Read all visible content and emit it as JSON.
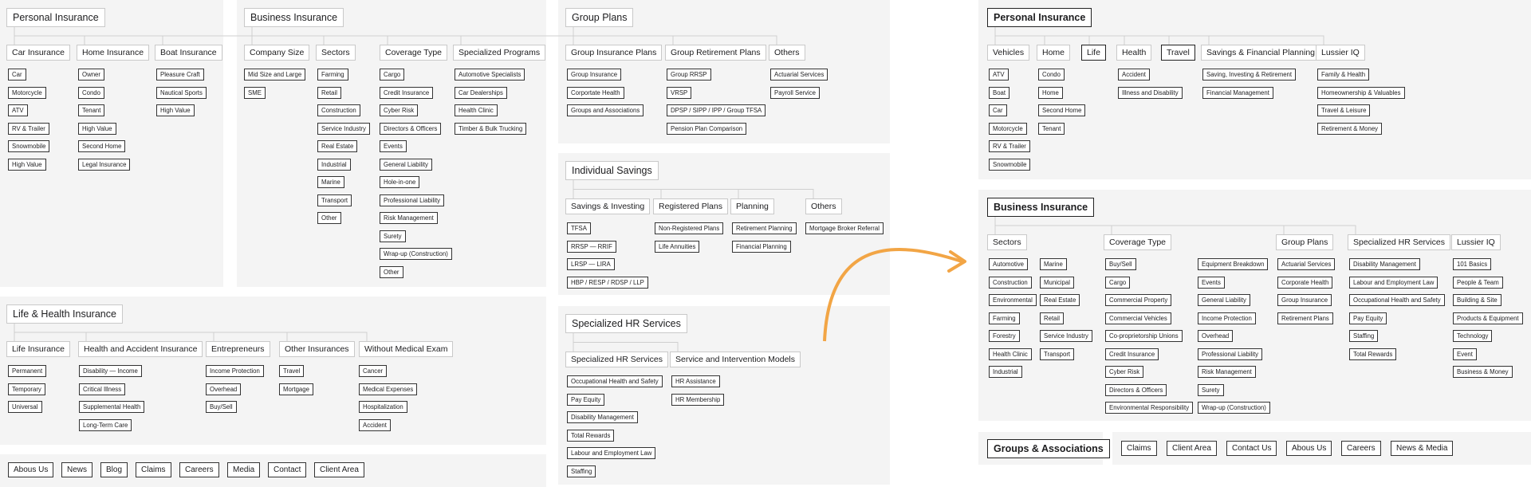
{
  "left": {
    "personal": {
      "title": "Personal Insurance",
      "groups": [
        {
          "head": "Car Insurance",
          "items": [
            "Car",
            "Motorcycle",
            "ATV",
            "RV & Trailer",
            "Snowmobile",
            "High Value"
          ]
        },
        {
          "head": "Home Insurance",
          "items": [
            "Owner",
            "Condo",
            "Tenant",
            "High Value",
            "Second Home",
            "Legal Insurance"
          ]
        },
        {
          "head": "Boat Insurance",
          "items": [
            "Pleasure Craft",
            "Nautical Sports",
            "High Value"
          ]
        }
      ]
    },
    "business": {
      "title": "Business Insurance",
      "groups": [
        {
          "head": "Company Size",
          "items": [
            "Mid Size and Large",
            "SME"
          ]
        },
        {
          "head": "Sectors",
          "items": [
            "Farming",
            "Retail",
            "Construction",
            "Service Industry",
            "Real Estate",
            "Industrial",
            "Marine",
            "Transport",
            "Other"
          ]
        },
        {
          "head": "Coverage Type",
          "items": [
            "Cargo",
            "Credit Insurance",
            "Cyber Risk",
            "Directors & Officers",
            "Events",
            "General Liability",
            "Hole-in-one",
            "Professional Liability",
            "Risk Management",
            "Surety",
            "Wrap-up (Construction)",
            "Other"
          ]
        },
        {
          "head": "Specialized Programs",
          "items": [
            "Automotive Specialists",
            "Car Dealerships",
            "Health Clinic",
            "Timber & Bulk Trucking"
          ]
        }
      ]
    },
    "group": {
      "title": "Group Plans",
      "groups": [
        {
          "head": "Group Insurance Plans",
          "items": [
            "Group Insurance",
            "Corportate Health",
            "Groups and Associations"
          ]
        },
        {
          "head": "Group Retirement Plans",
          "items": [
            "Group RRSP",
            "VRSP",
            "DPSP / SIPP / IPP / Group TFSA",
            "Pension Plan Comparison"
          ]
        },
        {
          "head": "Others",
          "items": [
            "Actuarial Services",
            "Payroll Service"
          ]
        }
      ]
    },
    "savings": {
      "title": "Individual Savings",
      "groups": [
        {
          "head": "Savings & Investing",
          "items": [
            "TFSA",
            "RRSP — RRIF",
            "LRSP — LIRA",
            "HBP / RESP / RDSP / LLP"
          ]
        },
        {
          "head": "Registered Plans",
          "items": [
            "Non-Registered Plans",
            "Life Annuities"
          ]
        },
        {
          "head": "Planning",
          "items": [
            "Retirement Planning",
            "Financial Planning"
          ]
        },
        {
          "head": "Others",
          "items": [
            "Mortgage Broker Referral"
          ]
        }
      ]
    },
    "life": {
      "title": "Life & Health Insurance",
      "groups": [
        {
          "head": "Life Insurance",
          "items": [
            "Permanent",
            "Temporary",
            "Universal"
          ]
        },
        {
          "head": "Health and Accident Insurance",
          "items": [
            "Disability — Income",
            "Critical Illness",
            "Supplemental Health",
            "Long-Term Care"
          ]
        },
        {
          "head": "Entrepreneurs",
          "items": [
            "Income Protection",
            "Overhead",
            "Buy/Sell"
          ]
        },
        {
          "head": "Other Insurances",
          "items": [
            "Travel",
            "Mortgage"
          ]
        },
        {
          "head": "Without Medical Exam",
          "items": [
            "Cancer",
            "Medical Expenses",
            "Hospitalization",
            "Accident"
          ]
        }
      ]
    },
    "hr": {
      "title": "Specialized HR Services",
      "groups": [
        {
          "head": "Specialized HR Services",
          "items": [
            "Occupational Health and Safety",
            "Pay Equity",
            "Disability Management",
            "Total Rewards",
            "Labour and Employment Law",
            "Staffing"
          ]
        },
        {
          "head": "Service and Intervention Models",
          "items": [
            "HR Assistance",
            "HR Membership"
          ]
        }
      ]
    },
    "footer": [
      "Abous Us",
      "News",
      "Blog",
      "Claims",
      "Careers",
      "Media",
      "Contact",
      "Client Area"
    ]
  },
  "right": {
    "personal": {
      "title": "Personal Insurance",
      "groups": [
        {
          "head": "Vehicles",
          "items": [
            "ATV",
            "Boat",
            "Car",
            "Motorcycle",
            "RV & Trailer",
            "Snowmobile"
          ]
        },
        {
          "head": "Home",
          "items": [
            "Condo",
            "Home",
            "Second Home",
            "Tenant"
          ]
        },
        {
          "head": "Life",
          "items": []
        },
        {
          "head": "Health",
          "items": [
            "Accident",
            "Illness and Disability"
          ]
        },
        {
          "head": "Travel",
          "items": []
        },
        {
          "head": "Savings & Financial Planning",
          "items": [
            "Saving, Investing & Retirement",
            "Financial Management"
          ]
        },
        {
          "head": "Lussier IQ",
          "items": [
            "Family & Health",
            "Homeownership & Valuables",
            "Travel & Leisure",
            "Retirement & Money"
          ]
        }
      ]
    },
    "business": {
      "title": "Business Insurance",
      "groups": [
        {
          "head": "Sectors",
          "items": [
            "Automotive",
            "Construction",
            "Environmental",
            "Farming",
            "Forestry",
            "Health Clinic",
            "Industrial"
          ]
        },
        {
          "head": "",
          "items": [
            "Marine",
            "Municipal",
            "Real Estate",
            "Retail",
            "Service Industry",
            "Transport"
          ]
        },
        {
          "head": "Coverage Type",
          "items": [
            "Buy/Sell",
            "Cargo",
            "Commercial Property",
            "Commercial Vehicles",
            "Co-proprietorship Unions",
            "Credit Insurance",
            "Cyber Risk",
            "Directors & Officers",
            "Environmental Responsibility"
          ]
        },
        {
          "head": "",
          "items": [
            "Equipment Breakdown",
            "Events",
            "General Liability",
            "Income Protection",
            "Overhead",
            "Professional Liability",
            "Risk Management",
            "Surety",
            "Wrap-up (Construction)"
          ]
        },
        {
          "head": "Group Plans",
          "items": [
            "Actuarial Services",
            "Corporate Health",
            "Group Insurance",
            "Retirement Plans"
          ]
        },
        {
          "head": "Specialized HR Services",
          "items": [
            "Disability Management",
            "Labour and Employment Law",
            "Occupational Health and Safety",
            "Pay Equity",
            "Staffing",
            "Total Rewards"
          ]
        },
        {
          "head": "Lussier IQ",
          "items": [
            "101 Basics",
            "People & Team",
            "Building & Site",
            "Products & Equipment",
            "Technology",
            "Event",
            "Business & Money"
          ]
        }
      ]
    },
    "groups_title": "Groups & Associations",
    "footer": [
      "Claims",
      "Client Area",
      "Contact Us",
      "Abous Us",
      "Careers",
      "News & Media"
    ]
  },
  "colors": {
    "arrow": "#f2a545",
    "panel": "#f4f4f4",
    "border": "#333333"
  }
}
